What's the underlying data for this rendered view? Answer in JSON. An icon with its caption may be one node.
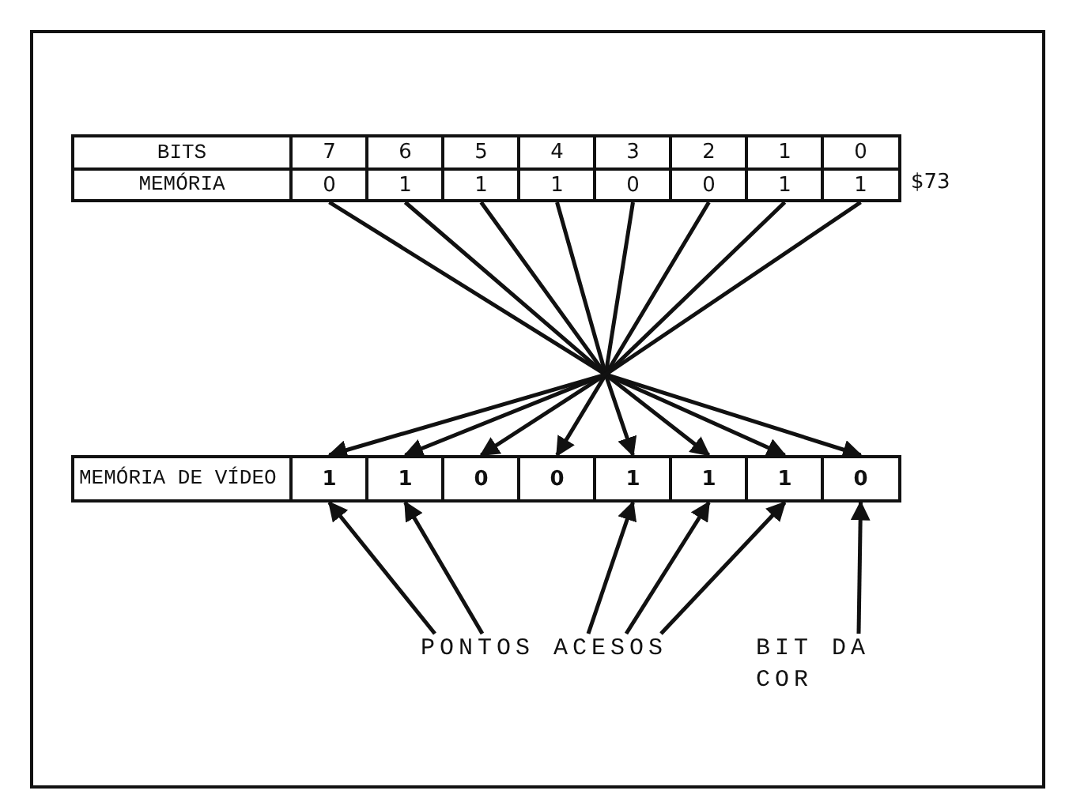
{
  "diagram": {
    "nodes": [
      {
        "text": [
          "BITS"
        ]
      },
      {
        "text": [
          "7"
        ]
      },
      {
        "text": [
          "6"
        ]
      },
      {
        "text": [
          "5"
        ]
      },
      {
        "text": [
          "4"
        ]
      },
      {
        "text": [
          "3"
        ]
      },
      {
        "text": [
          "2"
        ]
      },
      {
        "text": [
          "1"
        ]
      },
      {
        "text": [
          "0"
        ]
      },
      {
        "text": [
          "MEMÓRIA"
        ]
      },
      {
        "text": [
          "0"
        ]
      },
      {
        "text": [
          "1"
        ]
      },
      {
        "text": [
          "1"
        ]
      },
      {
        "text": [
          "1"
        ]
      },
      {
        "text": [
          "0"
        ]
      },
      {
        "text": [
          "0"
        ]
      },
      {
        "text": [
          "1"
        ]
      },
      {
        "text": [
          "1"
        ]
      },
      {
        "text": [
          "MEMÓRIA DE VÍDEO"
        ]
      },
      {
        "text": [
          "1"
        ]
      },
      {
        "text": [
          "1"
        ]
      },
      {
        "text": [
          "0"
        ]
      },
      {
        "text": [
          "0"
        ]
      },
      {
        "text": [
          "1"
        ]
      },
      {
        "text": [
          "1"
        ]
      },
      {
        "text": [
          "1"
        ]
      },
      {
        "text": [
          "0"
        ]
      },
      {
        "text": [
          "PONTOS ACESOS"
        ]
      },
      {
        "text": [
          "BIT DA COR"
        ]
      }
    ],
    "edges": [
      {
        "from": 10,
        "to": 26,
        "arrow": "to"
      },
      {
        "from": 11,
        "to": 25,
        "arrow": "to"
      },
      {
        "from": 12,
        "to": 24,
        "arrow": "to"
      },
      {
        "from": 13,
        "to": 23,
        "arrow": "to"
      },
      {
        "from": 14,
        "to": 22,
        "arrow": "to"
      },
      {
        "from": 15,
        "to": 21,
        "arrow": "to"
      },
      {
        "from": 16,
        "to": 20,
        "arrow": "to"
      },
      {
        "from": 17,
        "to": 19,
        "arrow": "to"
      },
      {
        "from": 27,
        "to": 19,
        "arrow": "to"
      },
      {
        "from": 27,
        "to": 20,
        "arrow": "to"
      },
      {
        "from": 27,
        "to": 23,
        "arrow": "to"
      },
      {
        "from": 27,
        "to": 24,
        "arrow": "to"
      },
      {
        "from": 27,
        "to": 25,
        "arrow": "to"
      },
      {
        "from": 28,
        "to": 26,
        "arrow": "to"
      }
    ],
    "labels": [
      "$73"
    ]
  }
}
